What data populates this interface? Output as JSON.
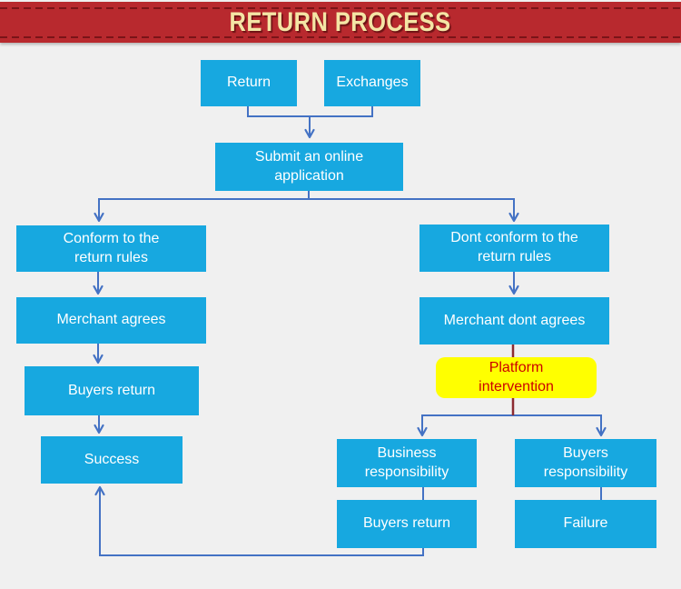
{
  "page": {
    "background": "#F0F0F0"
  },
  "header": {
    "title": "RETURN PROCESS",
    "bg_color": "#B8292E",
    "text_color": "#F4E5A5",
    "stitch_color": "#7A1418"
  },
  "colors": {
    "node_fill": "#17A8E0",
    "node_text": "#FFFFFF",
    "connector_blue": "#4472C4",
    "connector_red": "#8C2B31",
    "highlight_fill": "#FFFF00",
    "highlight_text": "#CC0000"
  },
  "flowchart": {
    "nodes": {
      "return_node": {
        "label": "Return"
      },
      "exchanges": {
        "label": "Exchanges"
      },
      "submit": {
        "label": "Submit an online\napplication"
      },
      "conform": {
        "label": "Conform to the\nreturn rules"
      },
      "merchant_agrees": {
        "label": "Merchant agrees"
      },
      "buyers_return_left": {
        "label": "Buyers return"
      },
      "success": {
        "label": "Success"
      },
      "dont_conform": {
        "label": "Dont conform to the\nreturn rules"
      },
      "merchant_dont_agrees": {
        "label": "Merchant dont agrees"
      },
      "platform_intervention": {
        "label": "Platform\nintervention"
      },
      "business_responsibility": {
        "label": "Business\nresponsibility"
      },
      "buyers_responsibility": {
        "label": "Buyers\nresponsibility"
      },
      "buyers_return_right": {
        "label": "Buyers return"
      },
      "failure": {
        "label": "Failure"
      }
    },
    "edges": [
      {
        "from": "Return",
        "to": "Submit an online application",
        "color": "blue"
      },
      {
        "from": "Exchanges",
        "to": "Submit an online application",
        "color": "blue"
      },
      {
        "from": "Submit an online application",
        "to": "Conform to the return rules",
        "color": "blue"
      },
      {
        "from": "Submit an online application",
        "to": "Dont conform to the return rules",
        "color": "blue"
      },
      {
        "from": "Conform to the return rules",
        "to": "Merchant agrees",
        "color": "blue"
      },
      {
        "from": "Merchant agrees",
        "to": "Buyers return",
        "color": "blue"
      },
      {
        "from": "Buyers return",
        "to": "Success",
        "color": "blue"
      },
      {
        "from": "Dont conform to the return rules",
        "to": "Merchant dont agrees",
        "color": "blue"
      },
      {
        "from": "Merchant dont agrees",
        "to": "Platform intervention",
        "color": "red"
      },
      {
        "from": "Platform intervention",
        "to": "Business responsibility",
        "color": "blue"
      },
      {
        "from": "Platform intervention",
        "to": "Buyers responsibility",
        "color": "blue"
      },
      {
        "from": "Business responsibility",
        "to": "Buyers return",
        "color": "blue"
      },
      {
        "from": "Buyers responsibility",
        "to": "Failure",
        "color": "blue"
      },
      {
        "from": "Buyers return (right)",
        "to": "Success",
        "color": "blue"
      }
    ]
  }
}
